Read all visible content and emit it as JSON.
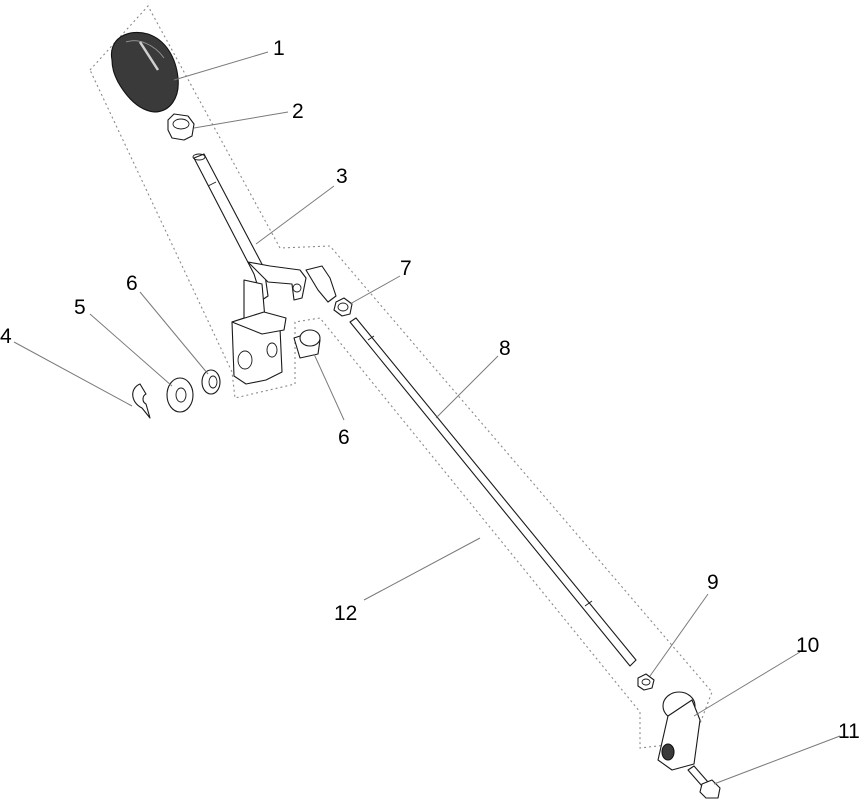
{
  "diagram": {
    "callouts": [
      {
        "id": "c1",
        "label": "1"
      },
      {
        "id": "c2",
        "label": "2"
      },
      {
        "id": "c3",
        "label": "3"
      },
      {
        "id": "c4",
        "label": "4"
      },
      {
        "id": "c5",
        "label": "5"
      },
      {
        "id": "c6a",
        "label": "6"
      },
      {
        "id": "c6b",
        "label": "6"
      },
      {
        "id": "c7",
        "label": "7"
      },
      {
        "id": "c8",
        "label": "8"
      },
      {
        "id": "c9",
        "label": "9"
      },
      {
        "id": "c10",
        "label": "10"
      },
      {
        "id": "c11",
        "label": "11"
      },
      {
        "id": "c12",
        "label": "12"
      }
    ],
    "colors": {
      "line": "#1a1a1a",
      "leader": "#7a7a7a",
      "knob": "#3a3a3a",
      "background": "#ffffff"
    }
  }
}
